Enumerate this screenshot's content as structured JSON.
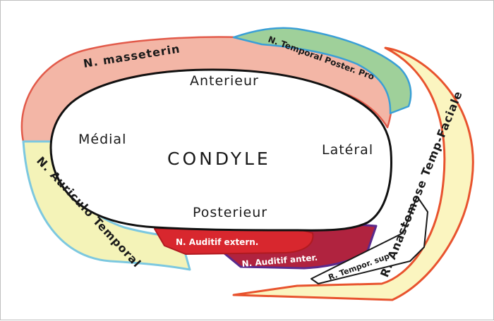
{
  "center": "CONDYLE",
  "orientation": {
    "anterior": "Anterieur",
    "posterior": "Posterieur",
    "medial": "Médial",
    "lateral": "Latéral"
  },
  "nerves": {
    "masseterin": "N. masseterin",
    "temporal_poster": "N. Temporal Poster. Pro",
    "auriculo_temporal": "N. Auriculo Temporal",
    "auditif_extern": "N. Auditif extern.",
    "auditif_anter": "N. Auditif anter.",
    "tempor_sup": "R. Tempor. sup",
    "anastomose": "R. Anastomose Temp-Faciale"
  },
  "colors": {
    "masseterin_fill": "#f3b6a6",
    "temporal_fill": "#9fd09a",
    "temporal_edge": "#3a9fd6",
    "auriculo_fill": "#f4f3b8",
    "auriculo_edge": "#7cc8e0",
    "auditif_extern_fill": "#d8272e",
    "auditif_anter_fill": "#b0233f",
    "auditif_anter_edge": "#5a2a8c",
    "anastomose_fill": "#fbf5c0",
    "anastomose_edge": "#e8532e"
  }
}
